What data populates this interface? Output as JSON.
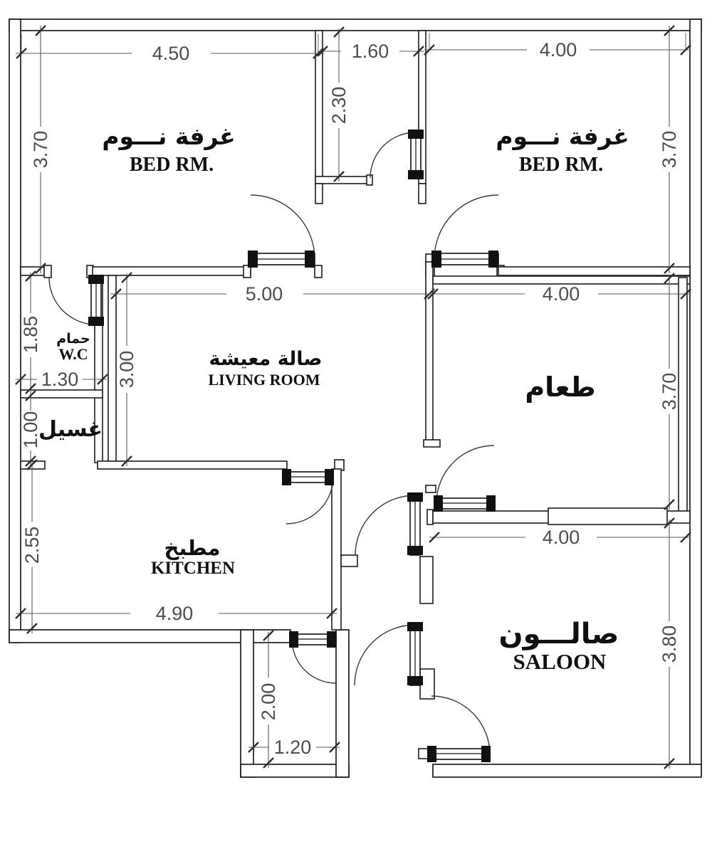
{
  "drawing": {
    "type": "apartment-floor-plan",
    "colors": {
      "wall": "#1c1c1c",
      "dimension": "#4d4d4d",
      "background": "#ffffff"
    }
  },
  "rooms": {
    "bedroom1": {
      "ar": "غرفة نـــوم",
      "en": "BED RM."
    },
    "bedroom2": {
      "ar": "غرفة نـــوم",
      "en": "BED RM."
    },
    "wc": {
      "ar": "حمام",
      "en": "W.C"
    },
    "laundry": {
      "ar": "غسيل"
    },
    "living": {
      "ar": "صالة معيشة",
      "en": "LIVING ROOM"
    },
    "dining": {
      "ar": "طعام"
    },
    "kitchen": {
      "ar": "مطبخ",
      "en": "KITCHEN"
    },
    "saloon": {
      "ar": "صالـــون",
      "en": "SALOON"
    }
  },
  "dimensions": {
    "bed1_width": "4.50",
    "shaft_width": "1.60",
    "bed2_width": "4.00",
    "bed1_height": "3.70",
    "shaft_height": "2.30",
    "bed2_height": "3.70",
    "living_width": "5.00",
    "dining_width": "4.00",
    "wc_height": "1.85",
    "living_height": "3.00",
    "wc_width": "1.30",
    "laundry_height": "1.00",
    "dining_height": "3.70",
    "kitchen_height": "2.55",
    "kitchen_width": "4.90",
    "saloon_width": "4.00",
    "saloon_height": "3.80",
    "entry_height": "2.00",
    "entry_width": "1.20"
  }
}
